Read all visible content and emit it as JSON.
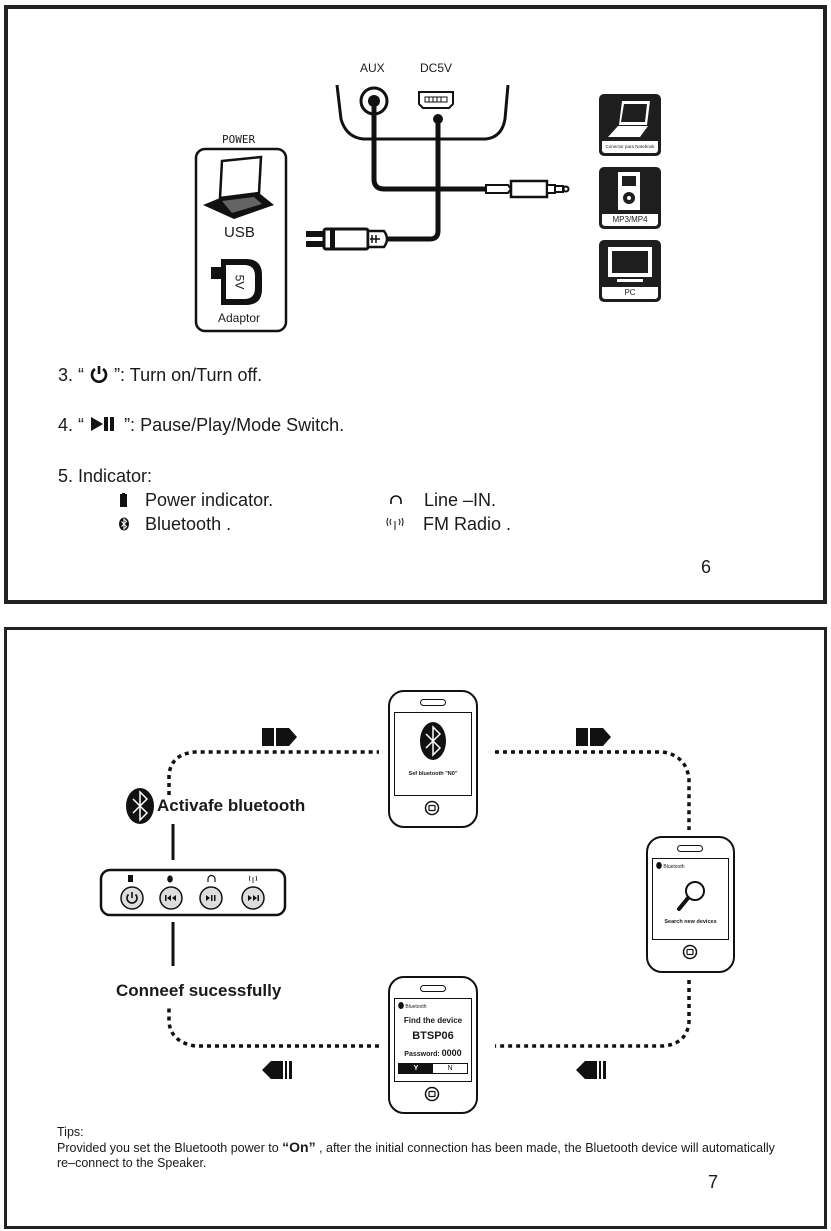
{
  "page6": {
    "connection_diagram": {
      "port_aux": "AUX",
      "port_dc": "DC5V",
      "power_box_title": "POWER",
      "power_usb_label": "USB",
      "power_adaptor_label": "Adaptor",
      "adaptor_voltage": "5V",
      "devices": [
        {
          "icon": "laptop-icon",
          "label": "Conector para Notebook"
        },
        {
          "icon": "mp3-player-icon",
          "label": "MP3/MP4"
        },
        {
          "icon": "monitor-icon",
          "label": "PC"
        }
      ]
    },
    "items": [
      {
        "number": "3.",
        "icon": "power-icon",
        "open_quote": "“",
        "close_quote": "”:",
        "text": "Turn on/Turn off."
      },
      {
        "number": "4.",
        "icon": "play-pause-icon",
        "open_quote": "“",
        "close_quote": "”:",
        "text": "Pause/Play/Mode Switch."
      }
    ],
    "indicator_heading": "5.  Indicator:",
    "indicators": [
      {
        "icon": "power-indicator-icon",
        "label": "Power indicator."
      },
      {
        "icon": "headphone-icon",
        "label": "Line –IN."
      },
      {
        "icon": "bluetooth-icon",
        "label": "Bluetooth ."
      },
      {
        "icon": "antenna-icon",
        "label": "FM Radio ."
      }
    ],
    "page_number": "6"
  },
  "page7": {
    "step_activate": "Activafe bluetooth",
    "step_connected": "Conneef sucessfully",
    "phone1": {
      "caption": "Sef bluetooth  \"N0\""
    },
    "phone2": {
      "header": "Bluetooth",
      "caption": "Search new devices"
    },
    "phone3": {
      "header": "Bluetooth",
      "find": "Find the device",
      "device_name": "BTSP06",
      "password_label": "Password:",
      "password_value": "0000",
      "yes": "Y",
      "no": "N"
    },
    "control_panel_buttons": [
      {
        "indicator": "power-indicator-icon",
        "button": "power-button"
      },
      {
        "indicator": "bluetooth-indicator-icon",
        "button": "previous-button"
      },
      {
        "indicator": "headphone-indicator-icon",
        "button": "play-pause-button"
      },
      {
        "indicator": "antenna-indicator-icon",
        "button": "next-button"
      }
    ],
    "tips_heading": "Tips:",
    "tips_text_before": "Provided you set the Bluetooth power to ",
    "tips_on": "“On”",
    "tips_text_after": " , after the initial connection has been made, the Bluetooth device will automatically re–connect to the Speaker.",
    "page_number": "7"
  }
}
